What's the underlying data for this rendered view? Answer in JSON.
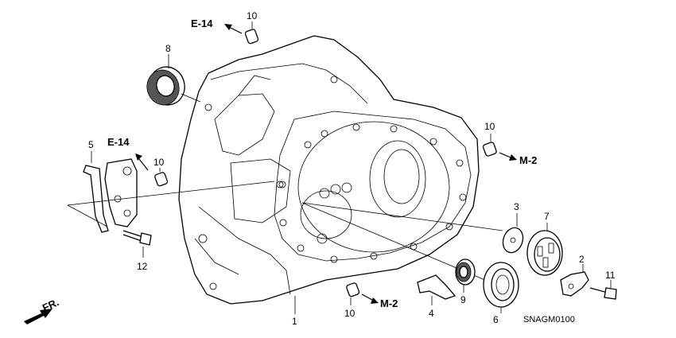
{
  "diagram": {
    "code": "SNAGM0100",
    "direction_label": "FR.",
    "part_numbers": {
      "p1": "1",
      "p2": "2",
      "p3": "3",
      "p4": "4",
      "p5": "5",
      "p6": "6",
      "p7": "7",
      "p8": "8",
      "p9": "9",
      "p10a": "10",
      "p10b": "10",
      "p10c": "10",
      "p10d": "10",
      "p11": "11",
      "p12": "12"
    },
    "references": {
      "e14_top": "E-14",
      "e14_left": "E-14",
      "m2_right": "M-2",
      "m2_bottom": "M-2"
    }
  }
}
